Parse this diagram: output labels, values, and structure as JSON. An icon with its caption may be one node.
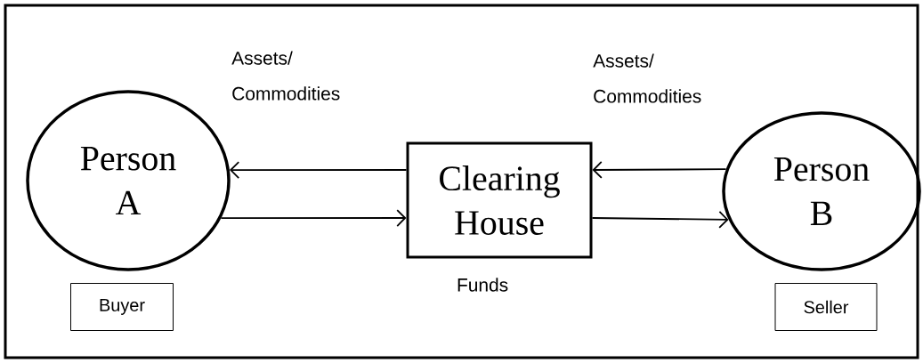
{
  "diagram": {
    "nodes": [
      {
        "text": [
          "Person A"
        ]
      },
      {
        "text": [
          "Clearing House"
        ]
      },
      {
        "text": [
          "Person B"
        ]
      },
      {
        "text": [
          "Buyer"
        ]
      },
      {
        "text": [
          "Seller"
        ]
      }
    ],
    "edges": [
      {
        "from": 1,
        "to": 0,
        "arrow": "to"
      },
      {
        "from": 0,
        "to": 1,
        "arrow": "to"
      },
      {
        "from": 2,
        "to": 1,
        "arrow": "to"
      },
      {
        "from": 1,
        "to": 2,
        "arrow": "to"
      }
    ],
    "labels": [
      "Assets/ Commodities",
      "Assets/ Commodities",
      "Funds"
    ]
  }
}
